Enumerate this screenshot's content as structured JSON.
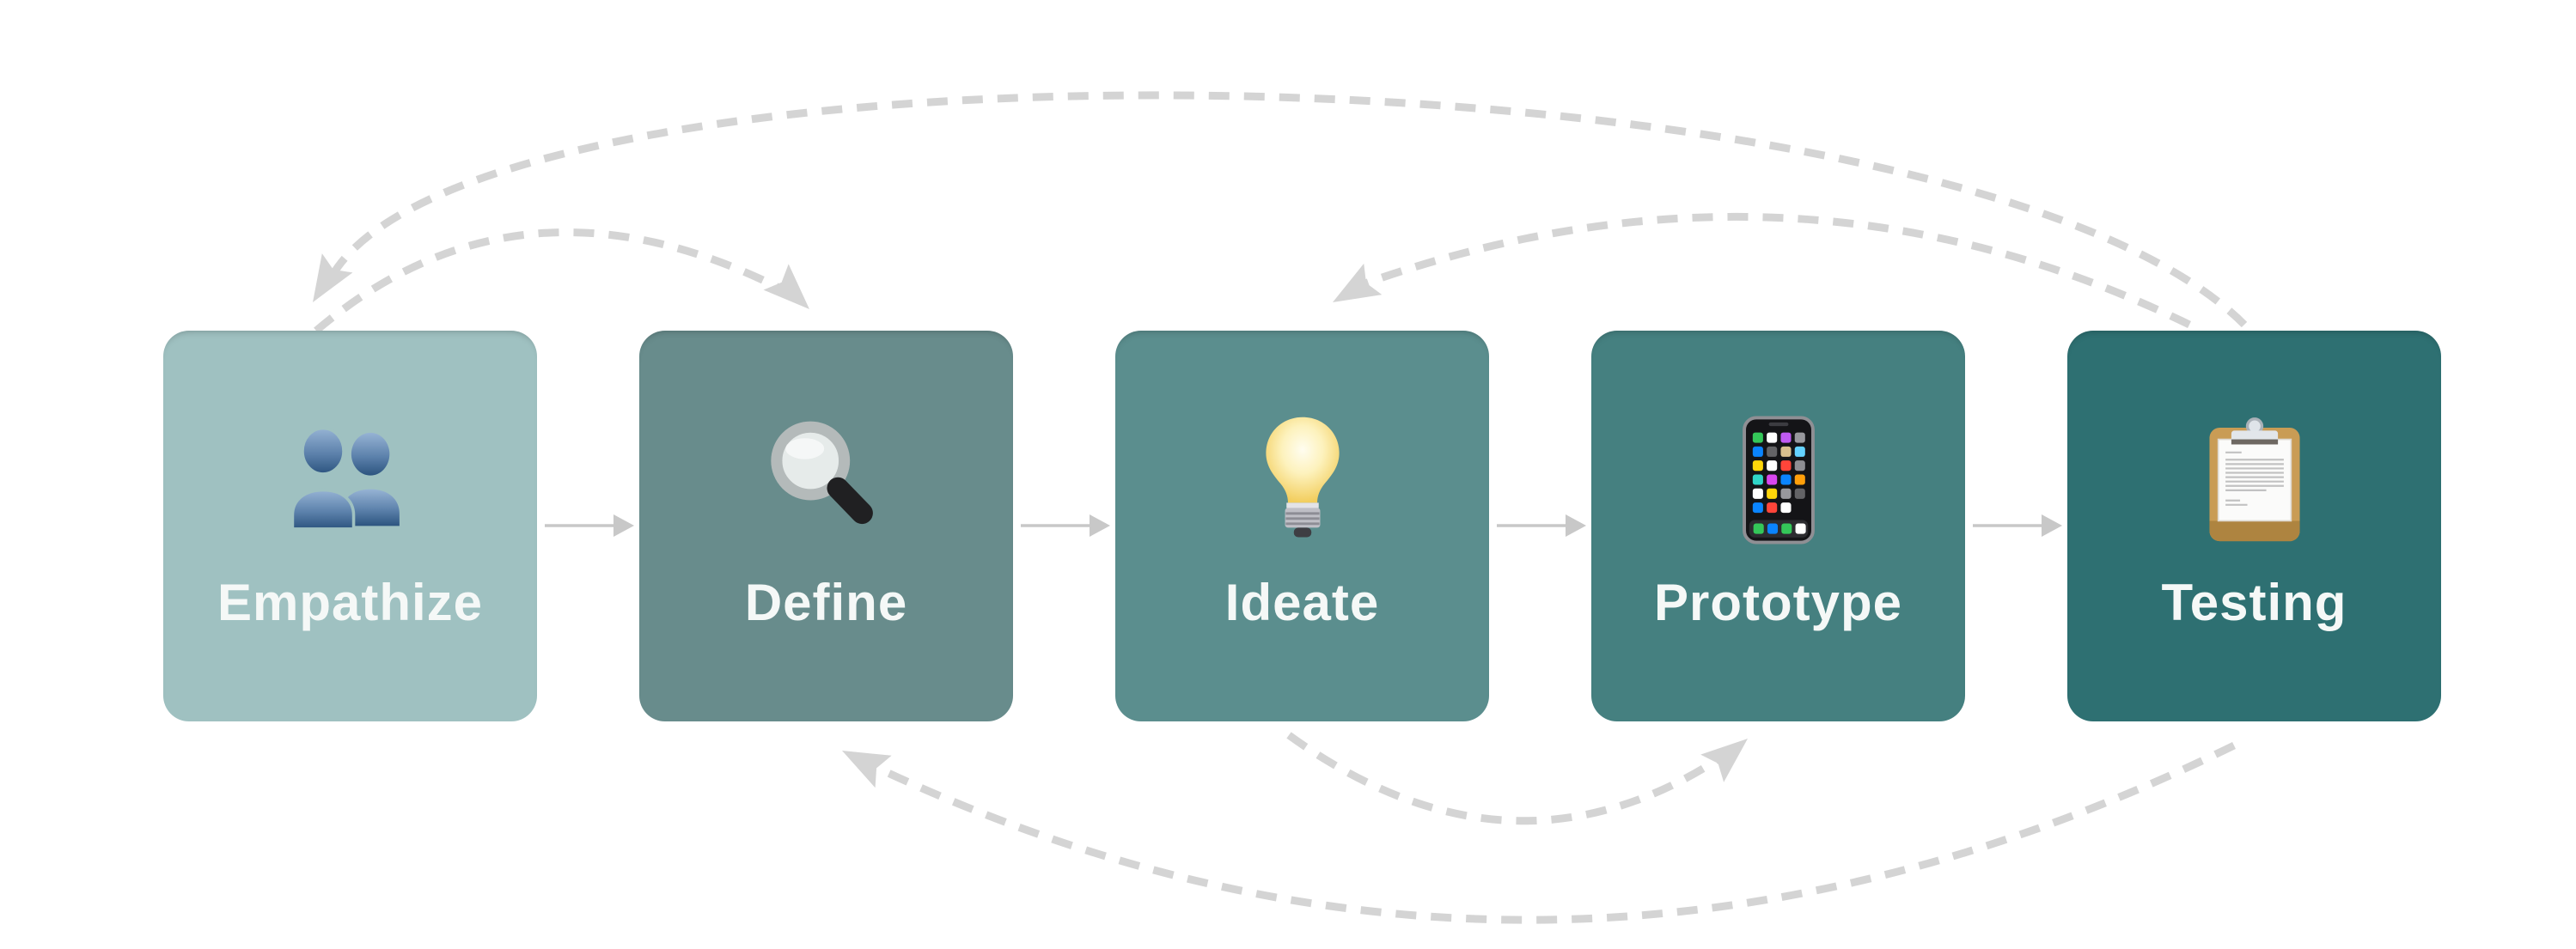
{
  "stages": [
    {
      "label": "Empathize",
      "icon": "busts-in-silhouette-icon",
      "color": "#9fc1c1"
    },
    {
      "label": "Define",
      "icon": "magnifying-glass-icon",
      "color": "#688c8c"
    },
    {
      "label": "Ideate",
      "icon": "light-bulb-icon",
      "color": "#5b8e8e"
    },
    {
      "label": "Prototype",
      "icon": "mobile-phone-icon",
      "color": "#458080"
    },
    {
      "label": "Testing",
      "icon": "clipboard-icon",
      "color": "#2e7072"
    }
  ],
  "flow": {
    "forward_arrows": [
      {
        "from": "Empathize",
        "to": "Define"
      },
      {
        "from": "Define",
        "to": "Ideate"
      },
      {
        "from": "Ideate",
        "to": "Prototype"
      },
      {
        "from": "Prototype",
        "to": "Testing"
      }
    ],
    "feedback_arrows": [
      {
        "from": "Testing",
        "to": "Empathize",
        "position": "top"
      },
      {
        "from": "Testing",
        "to": "Ideate",
        "position": "top"
      },
      {
        "from": "Empathize",
        "to": "Define",
        "position": "top"
      },
      {
        "from": "Testing",
        "to": "Define",
        "position": "bottom"
      },
      {
        "from": "Ideate",
        "to": "Prototype",
        "position": "bottom"
      }
    ],
    "arrow_color": "#c8c8c8",
    "dashed_color": "#d4d4d4"
  },
  "text_color": "#f5f8f7"
}
